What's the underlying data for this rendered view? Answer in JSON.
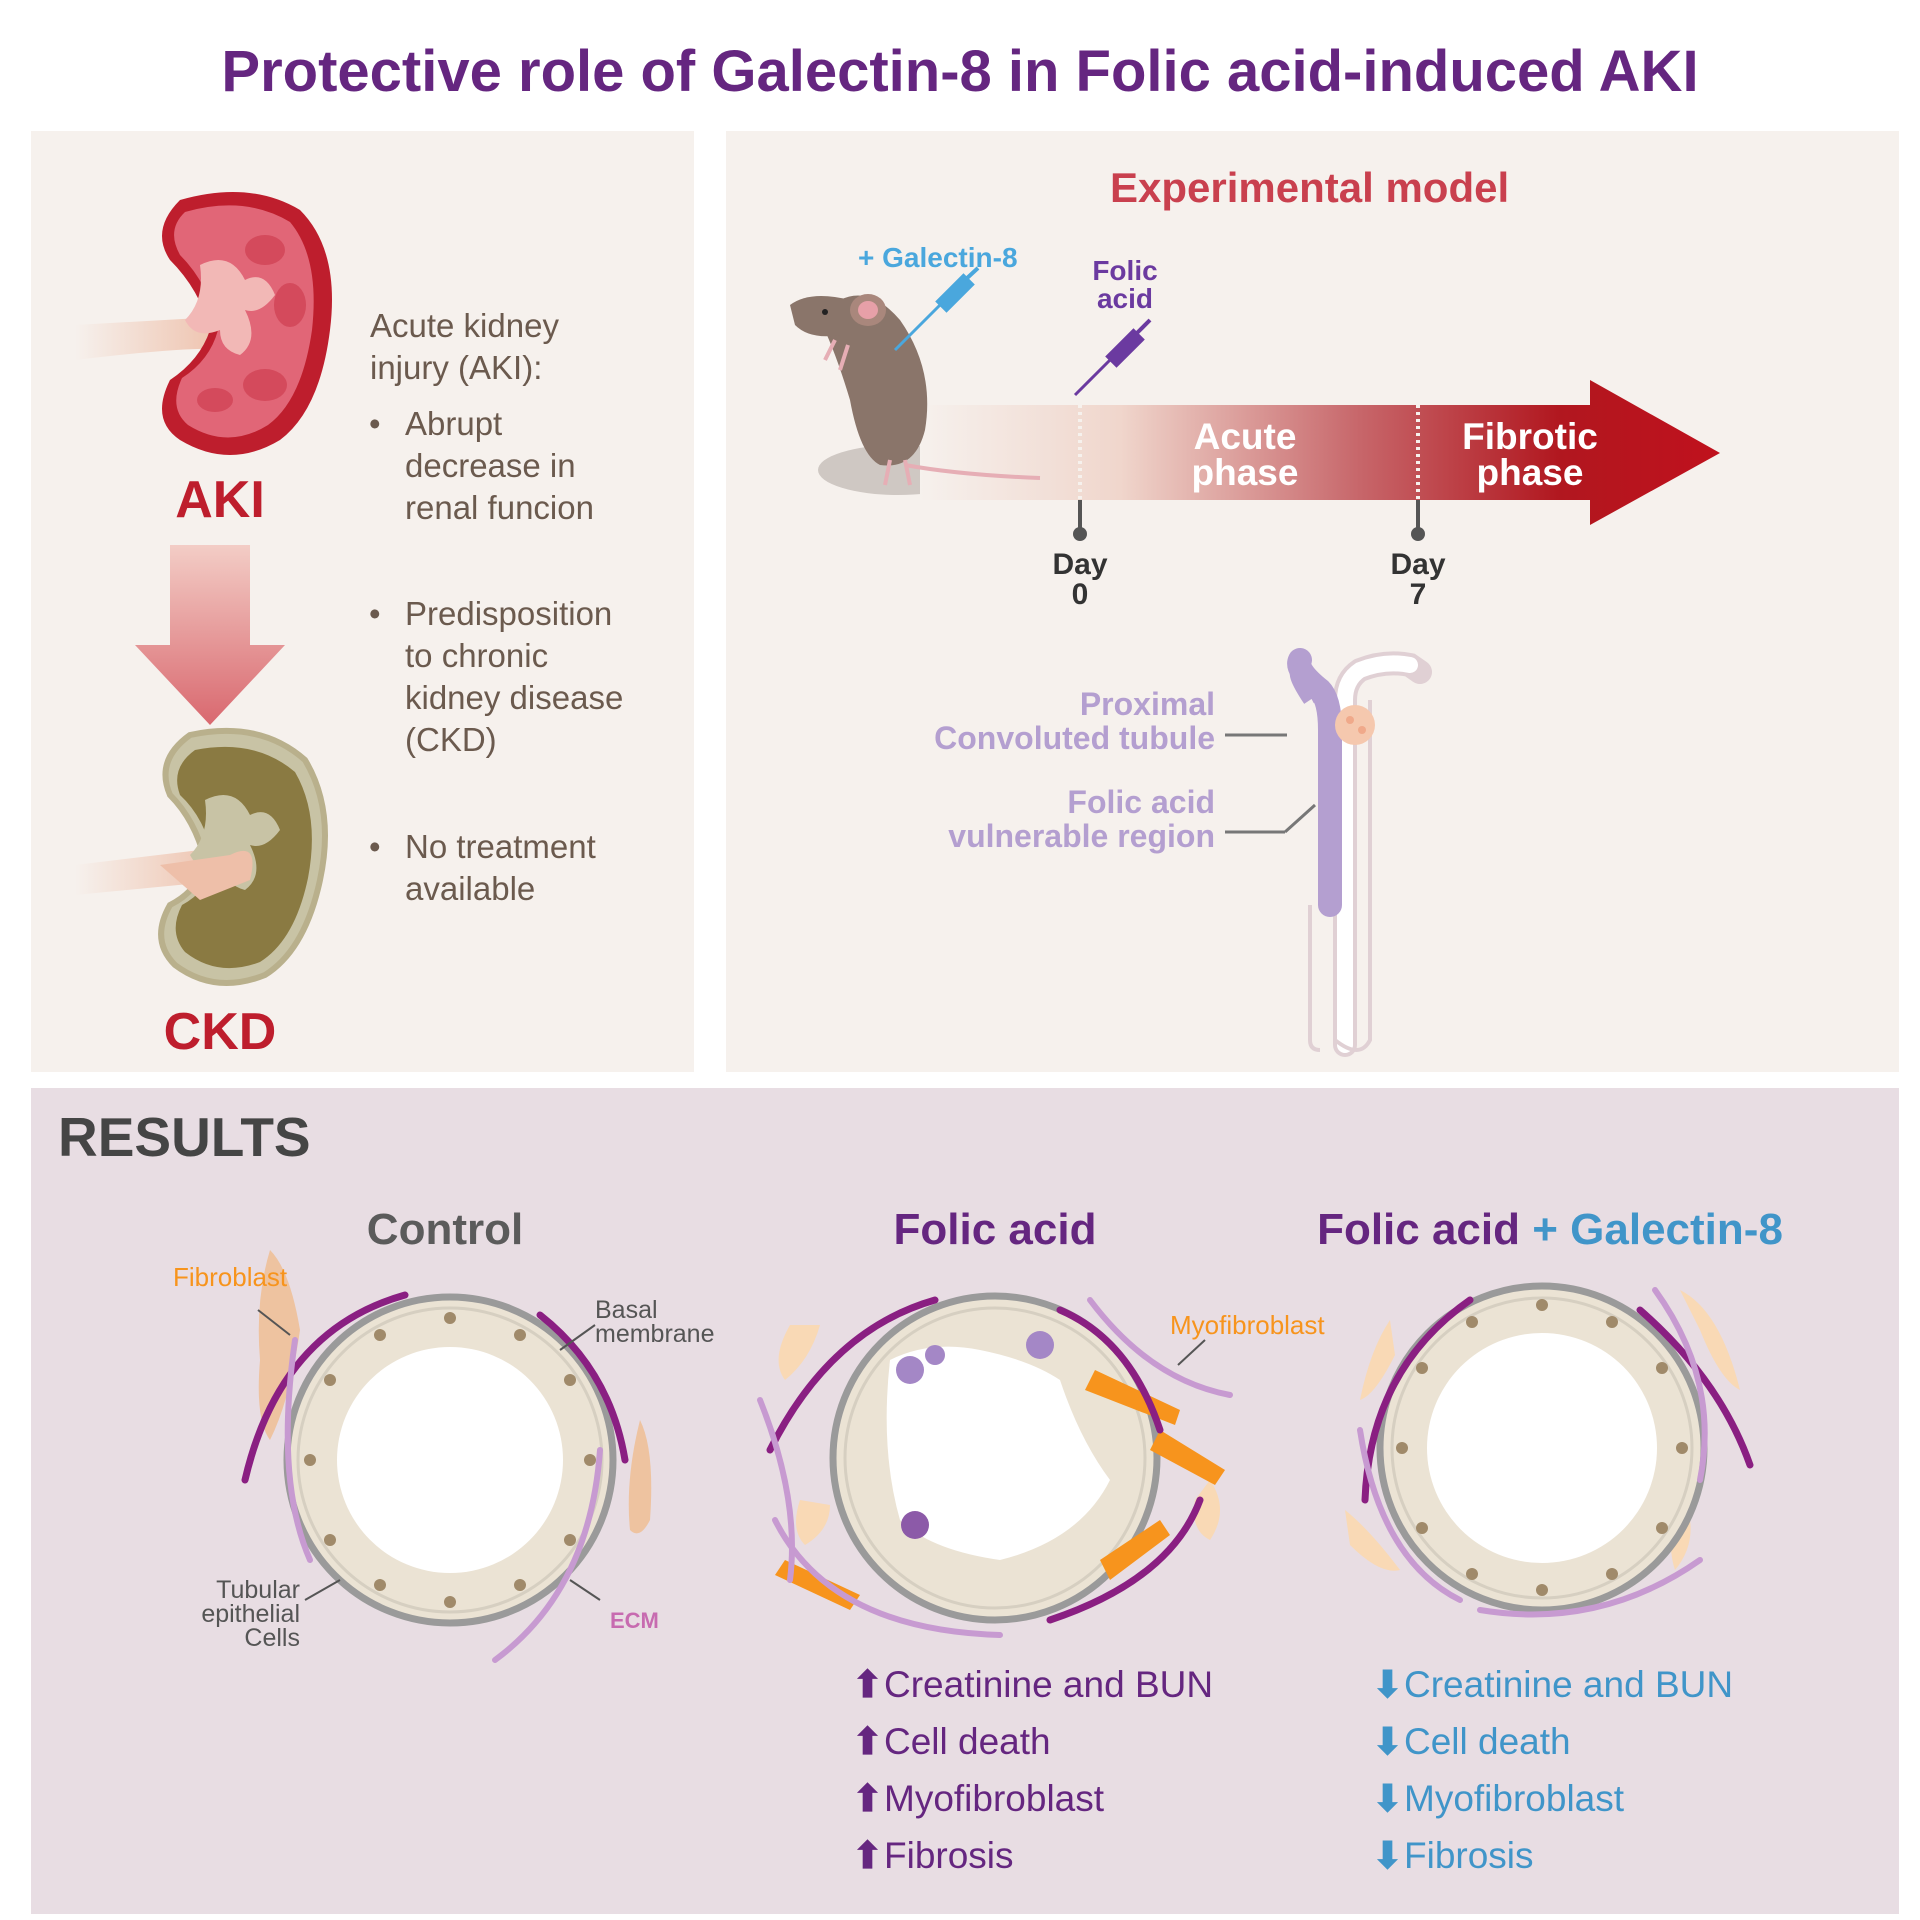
{
  "title": "Protective role of Galectin-8 in Folic acid-induced AKI",
  "left_panel": {
    "aki_label": "AKI",
    "ckd_label": "CKD",
    "heading_line1": "Acute kidney",
    "heading_line2": "injury (AKI):",
    "bullets": [
      {
        "lines": [
          "Abrupt",
          "decrease in",
          "renal funcion"
        ]
      },
      {
        "lines": [
          "Predisposition",
          "to chronic",
          "kidney disease",
          "(CKD)"
        ]
      },
      {
        "lines": [
          "No treatment",
          "available"
        ]
      }
    ]
  },
  "experimental_model": {
    "title": "Experimental model",
    "galectin_label": "+ Galectin-8",
    "folic_label_line1": "Folic",
    "folic_label_line2": "acid",
    "acute_phase_line1": "Acute",
    "acute_phase_line2": "phase",
    "fibrotic_phase_line1": "Fibrotic",
    "fibrotic_phase_line2": "phase",
    "day0_line1": "Day",
    "day0_line2": "0",
    "day7_line1": "Day",
    "day7_line2": "7",
    "pct_line1": "Proximal",
    "pct_line2": "Convoluted tubule",
    "vuln_line1": "Folic acid",
    "vuln_line2": "vulnerable region"
  },
  "results": {
    "title": "RESULTS",
    "control": {
      "title": "Control",
      "fibroblast": "Fibroblast",
      "basal_line1": "Basal",
      "basal_line2": "membrane",
      "tubular_line1": "Tubular",
      "tubular_line2": "epithelial",
      "tubular_line3": "Cells",
      "ecm": "ECM"
    },
    "folic": {
      "title": "Folic acid",
      "myofibroblast": "Myofibroblast",
      "effects": [
        "Creatinine and BUN",
        "Cell death",
        "Myofibroblast",
        "Fibrosis"
      ]
    },
    "galectin": {
      "title_part1": "Folic acid",
      "title_part2": "+ Galectin-8",
      "effects": [
        "Creatinine and BUN",
        "Cell death",
        "Myofibroblast",
        "Fibrosis"
      ]
    }
  },
  "colors": {
    "title_purple": "#652680",
    "aki_red": "#be1e2d",
    "galectin_blue": "#4095c9",
    "fibroblast_orange": "#f7941d",
    "ecm_pink": "#c76bb0"
  }
}
